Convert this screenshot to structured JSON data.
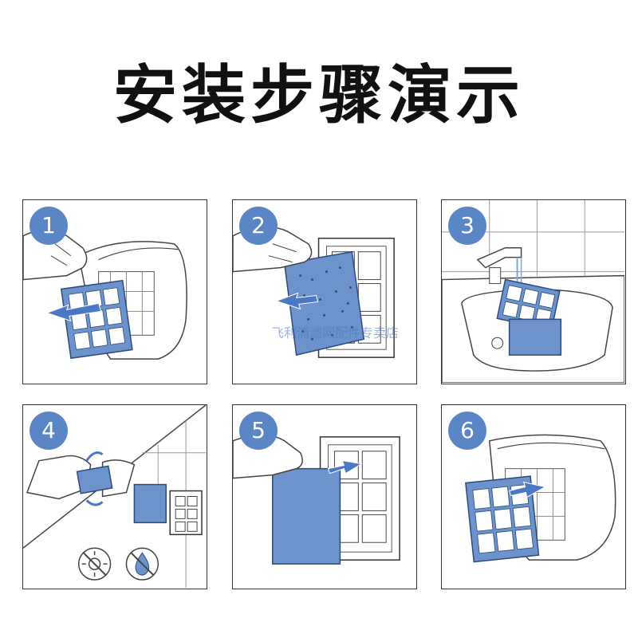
{
  "title": "安装步骤演示",
  "watermark": "飞利浦滤网配件专卖店",
  "steps": [
    {
      "number": "1"
    },
    {
      "number": "2"
    },
    {
      "number": "3"
    },
    {
      "number": "4"
    },
    {
      "number": "5"
    },
    {
      "number": "6"
    }
  ],
  "colors": {
    "accent": "#5b86c5",
    "filter_blue": "#6c93cc",
    "outline": "#333333"
  }
}
